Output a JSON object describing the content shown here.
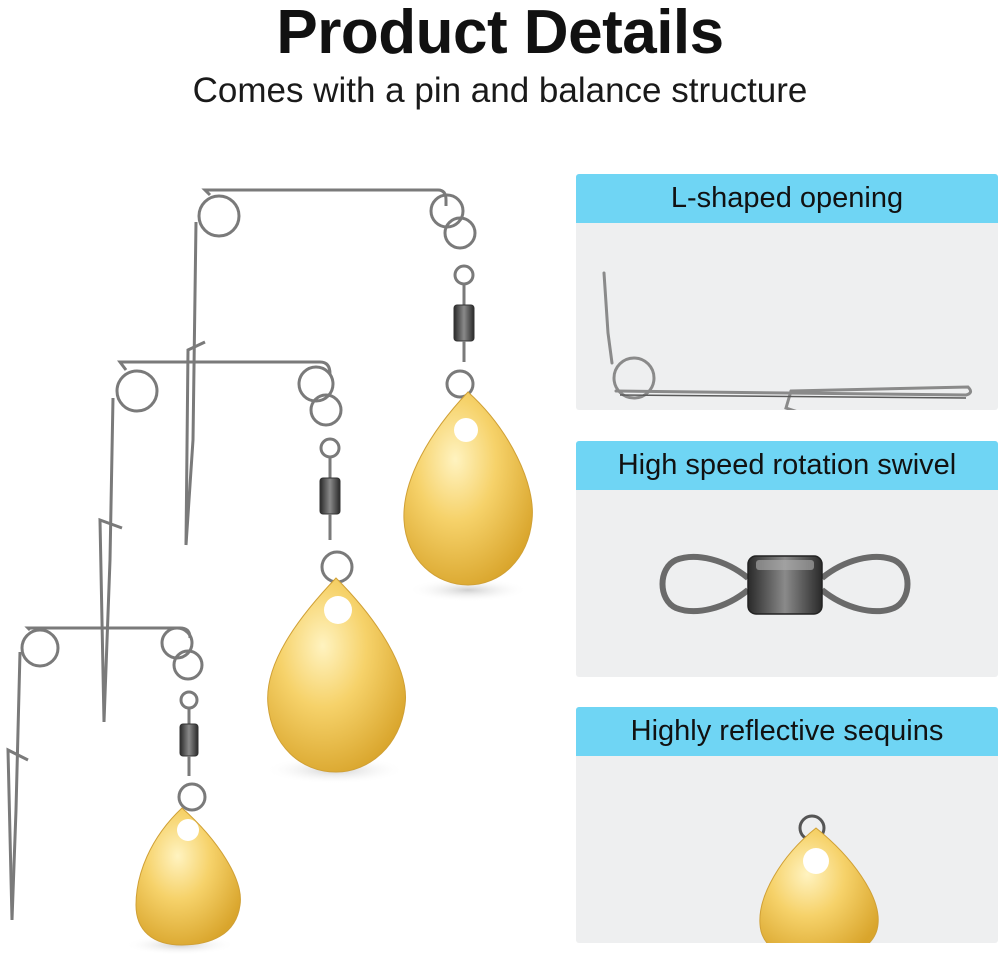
{
  "header": {
    "title": "Product Details",
    "subtitle": "Comes with a pin and balance structure"
  },
  "features": [
    {
      "label": "L-shaped opening",
      "icon": "l-shaped-pin-icon"
    },
    {
      "label": "High speed rotation swivel",
      "icon": "swivel-icon"
    },
    {
      "label": "Highly reflective sequins",
      "icon": "sequin-blade-icon"
    }
  ],
  "colors": {
    "header_band": "#6fd5f4",
    "panel_bg": "#eeeff0",
    "blade_gold": "#f2c64a"
  }
}
